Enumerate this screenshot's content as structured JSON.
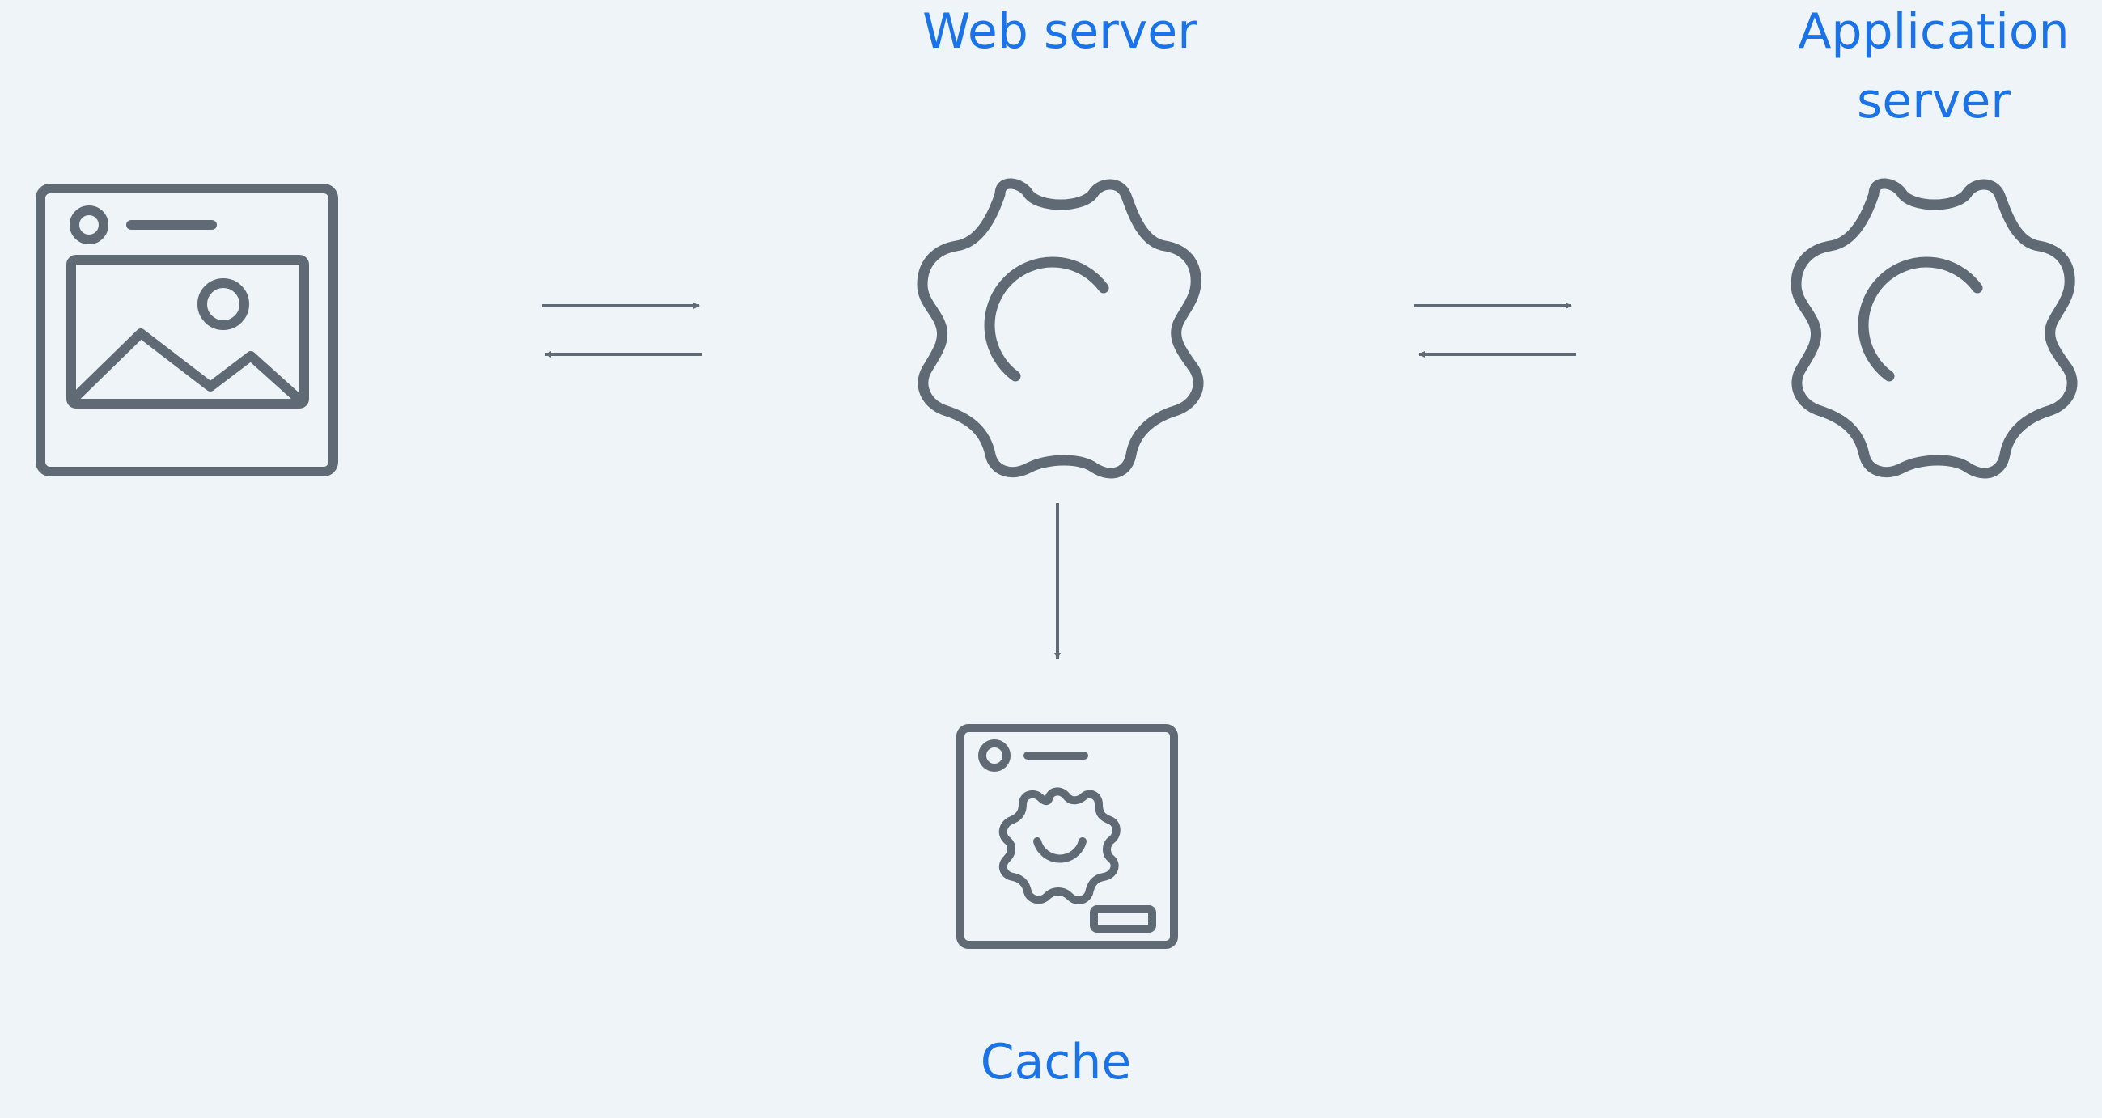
{
  "labels": {
    "web_server": "Web server",
    "app_server_line1": "Application",
    "app_server_line2": "server",
    "cache": "Cache"
  },
  "icons": {
    "client": "browser-image-icon",
    "web_server": "gear-icon",
    "app_server": "gear-icon",
    "cache": "cache-window-gear-icon"
  },
  "colors": {
    "background": "#eef4f8",
    "label": "#1a73e8",
    "stroke": "#606a74"
  }
}
